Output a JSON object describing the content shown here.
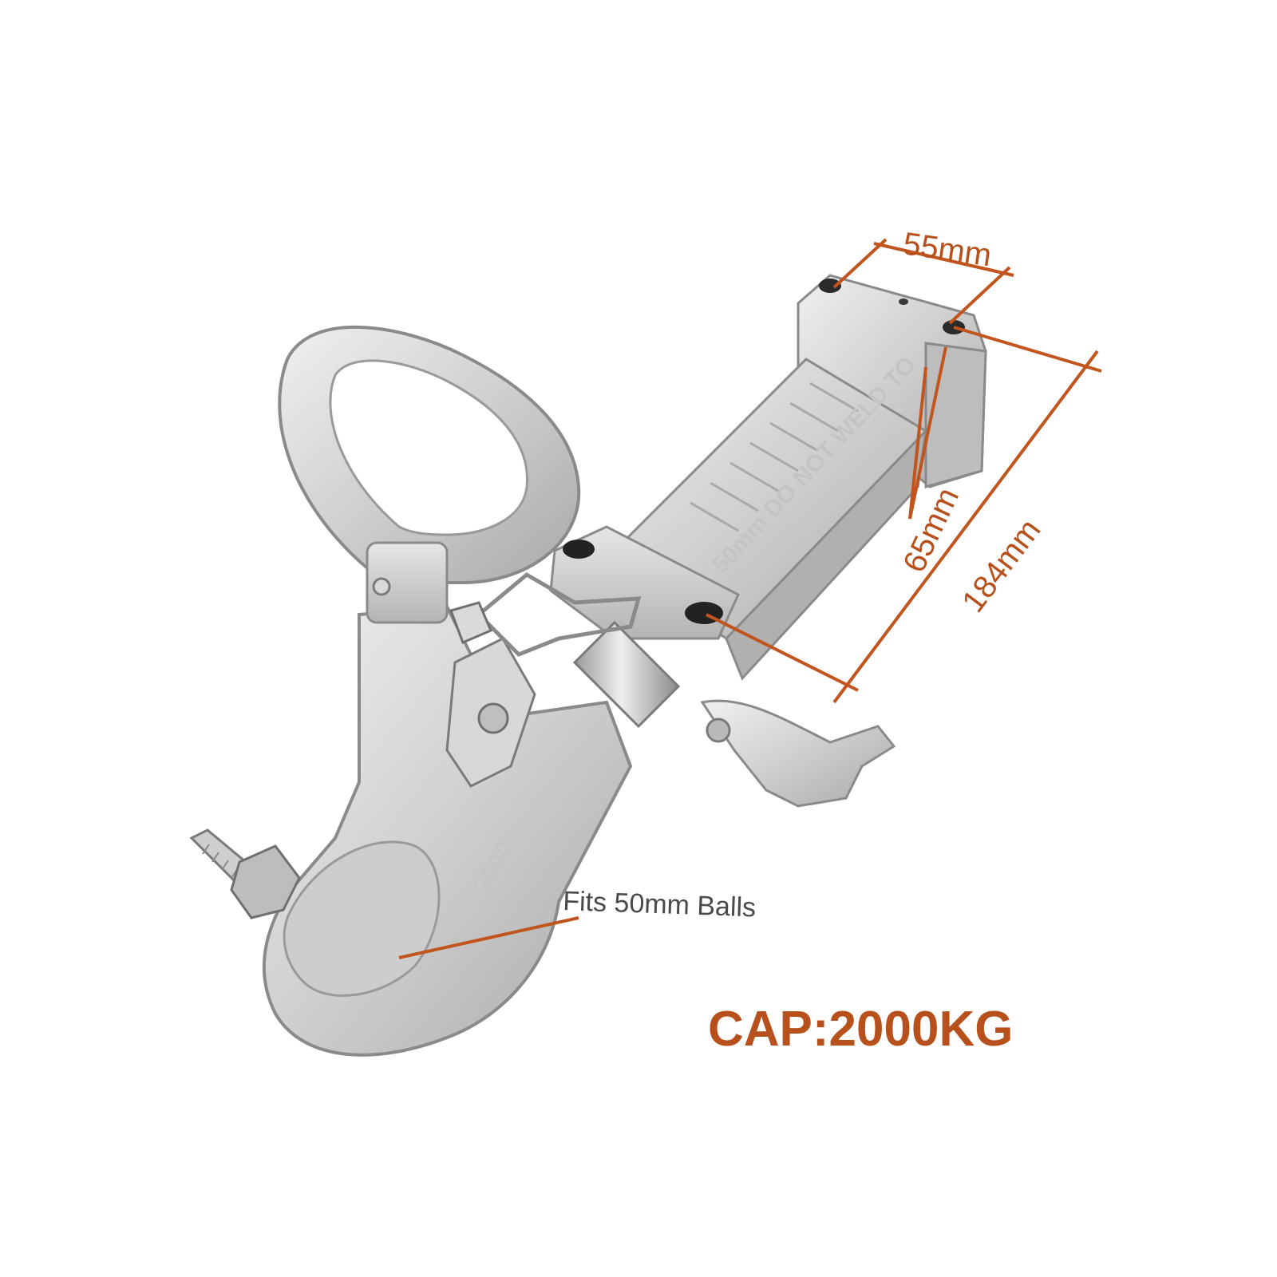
{
  "product": {
    "description_label": "Fits 50mm Balls",
    "capacity_label": "CAP:2000KG",
    "cast_marking": "50mm DO NOT WELD TO",
    "cast_marking_head": "2000"
  },
  "dimensions": {
    "width_label": "55mm",
    "height_label": "65mm",
    "length_label": "184mm"
  },
  "colors": {
    "accent": "#c2541d",
    "metal_light": "#e2e2e2",
    "metal_mid": "#c8c8c8",
    "metal_dark": "#8f8f8f",
    "background": "#ffffff"
  }
}
